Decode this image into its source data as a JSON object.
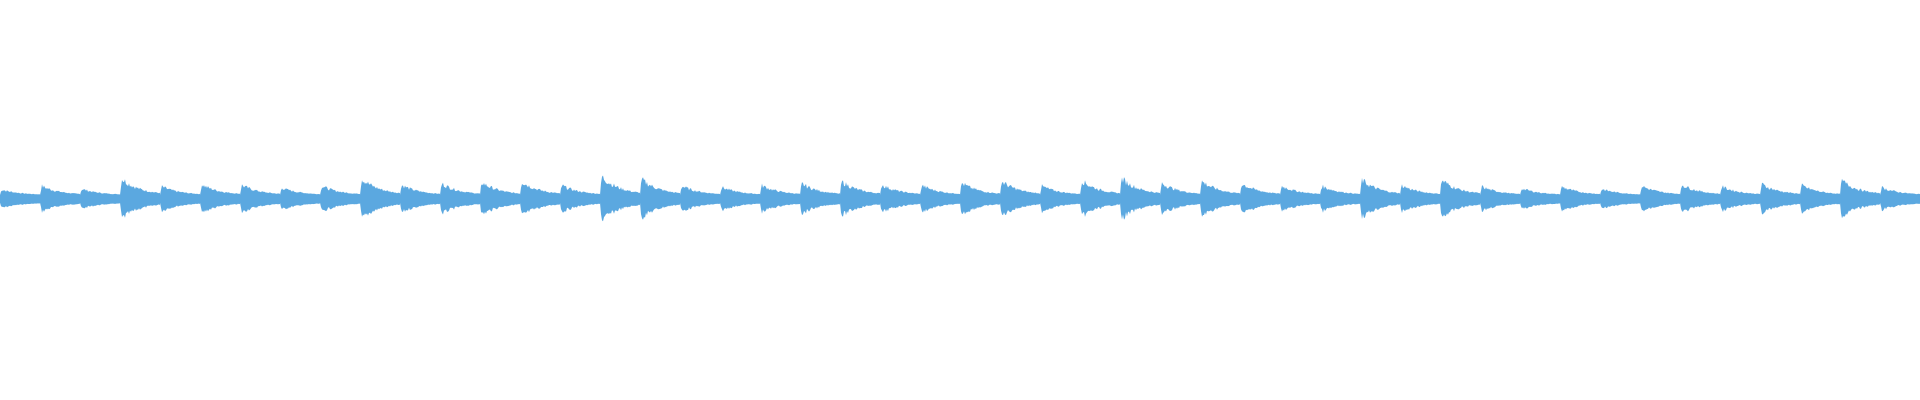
{
  "waveform": {
    "color": "#5BA8E0",
    "note_count": 48,
    "note_amplitudes": [
      0.18,
      0.3,
      0.2,
      0.55,
      0.28,
      0.35,
      0.33,
      0.24,
      0.3,
      0.55,
      0.33,
      0.38,
      0.42,
      0.45,
      0.32,
      0.62,
      0.52,
      0.3,
      0.26,
      0.32,
      0.38,
      0.45,
      0.34,
      0.32,
      0.4,
      0.45,
      0.3,
      0.48,
      0.55,
      0.4,
      0.46,
      0.38,
      0.3,
      0.3,
      0.5,
      0.32,
      0.5,
      0.28,
      0.22,
      0.28,
      0.2,
      0.3,
      0.35,
      0.28,
      0.36,
      0.32,
      0.48,
      0.25
    ]
  }
}
